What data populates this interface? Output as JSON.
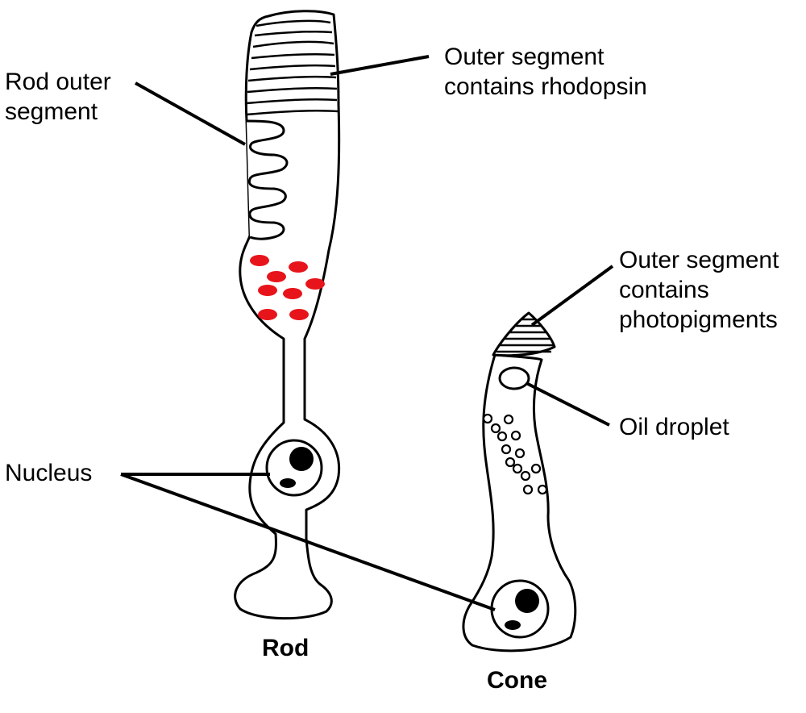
{
  "labels": {
    "rod_outer_segment": [
      "Rod outer",
      "segment"
    ],
    "rod_disc_note": [
      "Outer segment",
      "contains rhodopsin"
    ],
    "cone_outer_note": [
      "Outer segment",
      "contains",
      "photopigments"
    ],
    "oil_droplet": "Oil droplet",
    "nucleus": "Nucleus"
  },
  "captions": {
    "rod": "Rod",
    "cone": "Cone"
  },
  "colors": {
    "pigment_granules": "#e8141b",
    "outline": "#000000"
  }
}
